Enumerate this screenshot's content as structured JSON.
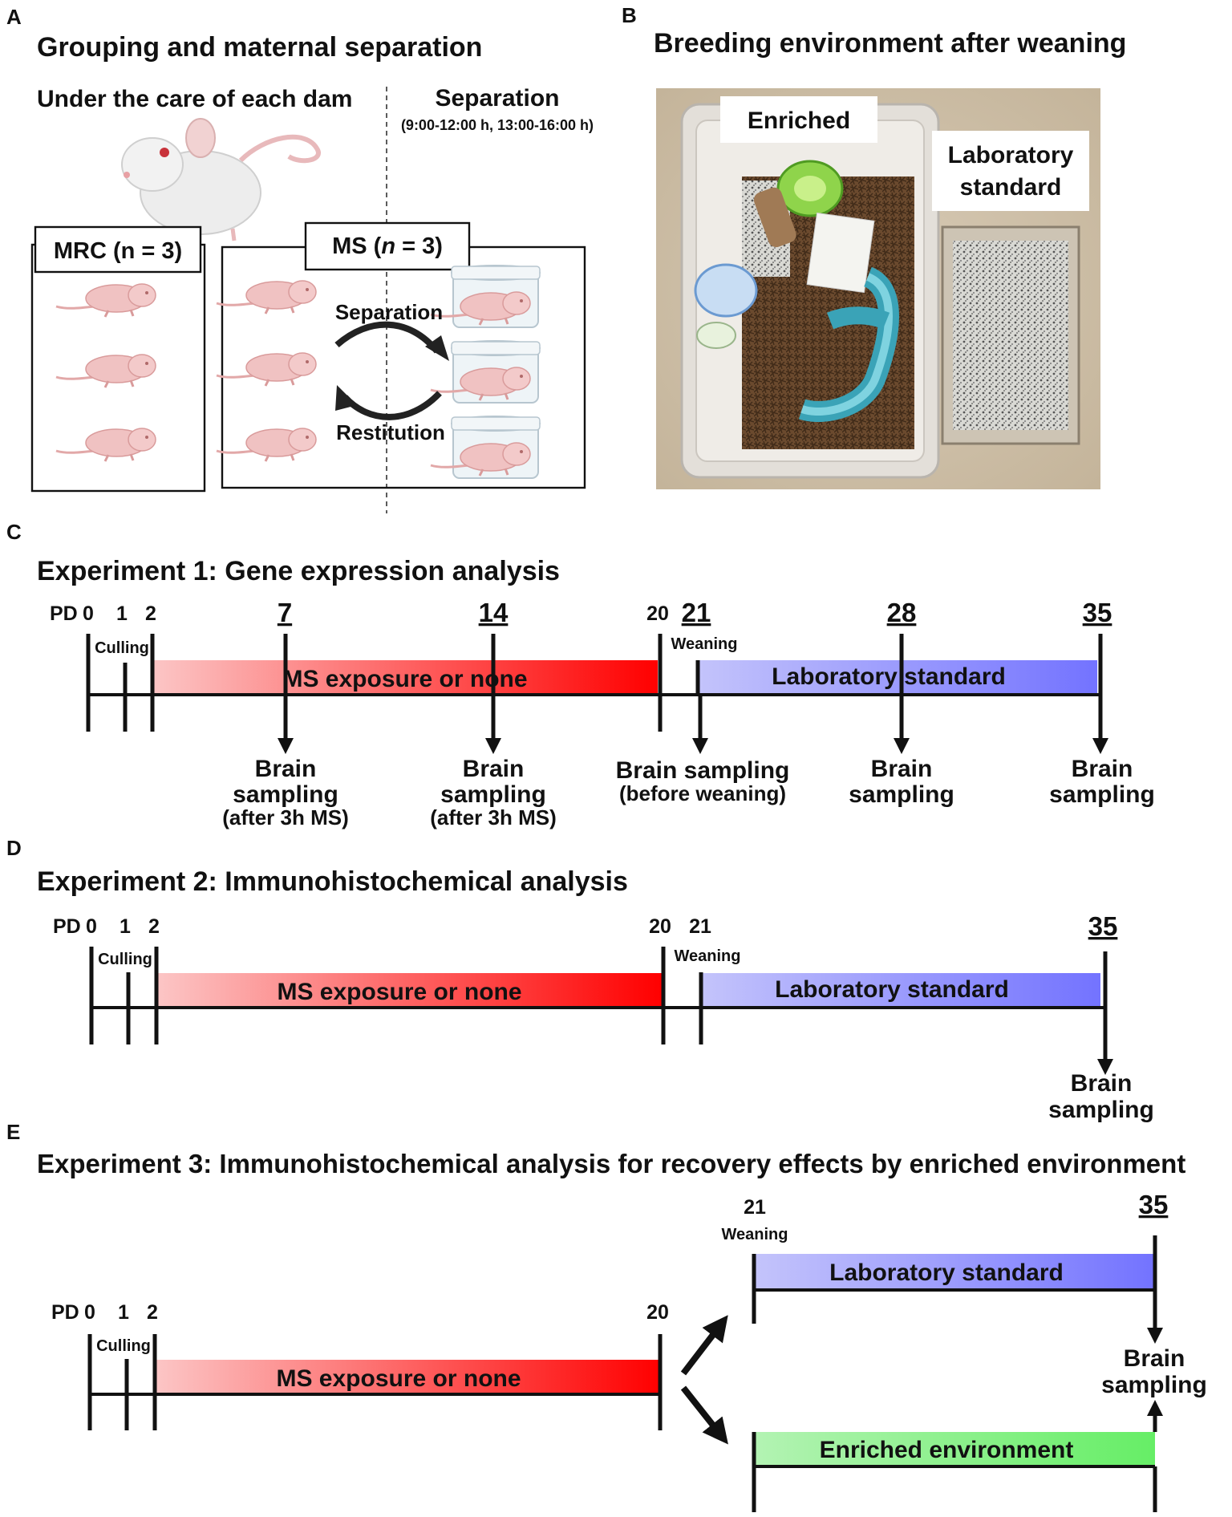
{
  "panel_a": {
    "letter": "A",
    "title": "Grouping and maternal separation",
    "left_header": "Under the care of each dam",
    "right_header": "Separation",
    "right_times": "(9:00-12:00 h, 13:00-16:00 h)",
    "mrc_label": "MRC (n = 3)",
    "ms_prefix": "MS (",
    "ms_n": "n",
    "ms_suffix": " = 3)",
    "separation_label": "Separation",
    "restitution_label": "Restitution"
  },
  "panel_b": {
    "letter": "B",
    "title": "Breeding environment after weaning",
    "enriched_label": "Enriched",
    "standard_line1": "Laboratory",
    "standard_line2": "standard"
  },
  "panel_c": {
    "letter": "C",
    "title": "Experiment 1: Gene expression analysis",
    "pd": "PD",
    "ticks": [
      "0",
      "1",
      "2",
      "7",
      "14",
      "20",
      "21",
      "28",
      "35"
    ],
    "culling": "Culling",
    "weaning": "Weaning",
    "ms_bar": "MS exposure or none",
    "std_bar": "Laboratory standard",
    "samples": [
      {
        "l1": "Brain",
        "l2": "sampling",
        "l3": "(after 3h MS)"
      },
      {
        "l1": "Brain",
        "l2": "sampling",
        "l3": "(after 3h MS)"
      },
      {
        "l1": "Brain sampling",
        "l2": "(before weaning)"
      },
      {
        "l1": "Brain",
        "l2": "sampling"
      },
      {
        "l1": "Brain",
        "l2": "sampling"
      }
    ]
  },
  "panel_d": {
    "letter": "D",
    "title": "Experiment 2:  Immunohistochemical analysis",
    "pd": "PD",
    "ticks": [
      "0",
      "1",
      "2",
      "20",
      "21",
      "35"
    ],
    "culling": "Culling",
    "weaning": "Weaning",
    "ms_bar": "MS exposure or none",
    "std_bar": "Laboratory standard",
    "sample_l1": "Brain",
    "sample_l2": "sampling"
  },
  "panel_e": {
    "letter": "E",
    "title": "Experiment 3: Immunohistochemical analysis for recovery effects by enriched environment",
    "pd": "PD",
    "ticks": [
      "0",
      "1",
      "2",
      "20",
      "21",
      "35"
    ],
    "culling": "Culling",
    "weaning": "Weaning",
    "ms_bar": "MS exposure or none",
    "std_bar": "Laboratory standard",
    "enriched_bar": "Enriched environment",
    "sample_l1": "Brain",
    "sample_l2": "sampling"
  },
  "colors": {
    "ms_red": "#ff0000",
    "standard_blue": "#7f7fff",
    "enriched_green": "#66ee66"
  }
}
